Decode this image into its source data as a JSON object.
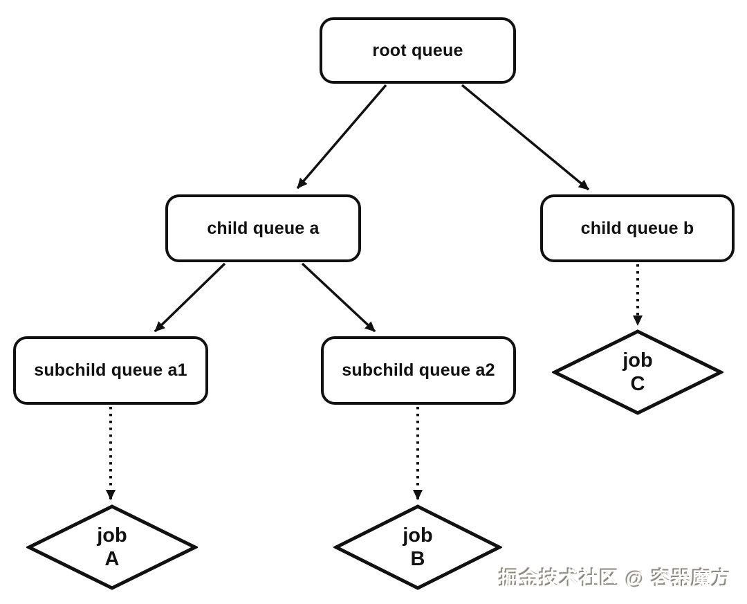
{
  "diagram": {
    "type": "tree-flowchart",
    "nodes": {
      "root": {
        "label": "root queue",
        "shape": "rounded-rect"
      },
      "child_a": {
        "label": "child queue a",
        "shape": "rounded-rect"
      },
      "child_b": {
        "label": "child queue b",
        "shape": "rounded-rect"
      },
      "sub_a1": {
        "label": "subchild queue a1",
        "shape": "rounded-rect"
      },
      "sub_a2": {
        "label": "subchild queue a2",
        "shape": "rounded-rect"
      },
      "job_a": {
        "line1": "job",
        "line2": "A",
        "shape": "diamond"
      },
      "job_b": {
        "line1": "job",
        "line2": "B",
        "shape": "diamond"
      },
      "job_c": {
        "line1": "job",
        "line2": "C",
        "shape": "diamond"
      }
    },
    "edges": [
      {
        "from": "root",
        "to": "child_a",
        "style": "solid",
        "arrow": true
      },
      {
        "from": "root",
        "to": "child_b",
        "style": "solid",
        "arrow": true
      },
      {
        "from": "child_a",
        "to": "sub_a1",
        "style": "solid",
        "arrow": true
      },
      {
        "from": "child_a",
        "to": "sub_a2",
        "style": "solid",
        "arrow": true
      },
      {
        "from": "child_b",
        "to": "job_c",
        "style": "dotted",
        "arrow": true
      },
      {
        "from": "sub_a1",
        "to": "job_a",
        "style": "dotted",
        "arrow": true
      },
      {
        "from": "sub_a2",
        "to": "job_b",
        "style": "dotted",
        "arrow": true
      }
    ],
    "colors": {
      "stroke": "#111111",
      "background": "#ffffff",
      "watermark_fill": "#fdfdfc",
      "watermark_shadow": "#8a847c"
    }
  },
  "watermark": {
    "text": "掘金技术社区 @ 容器魔方"
  }
}
